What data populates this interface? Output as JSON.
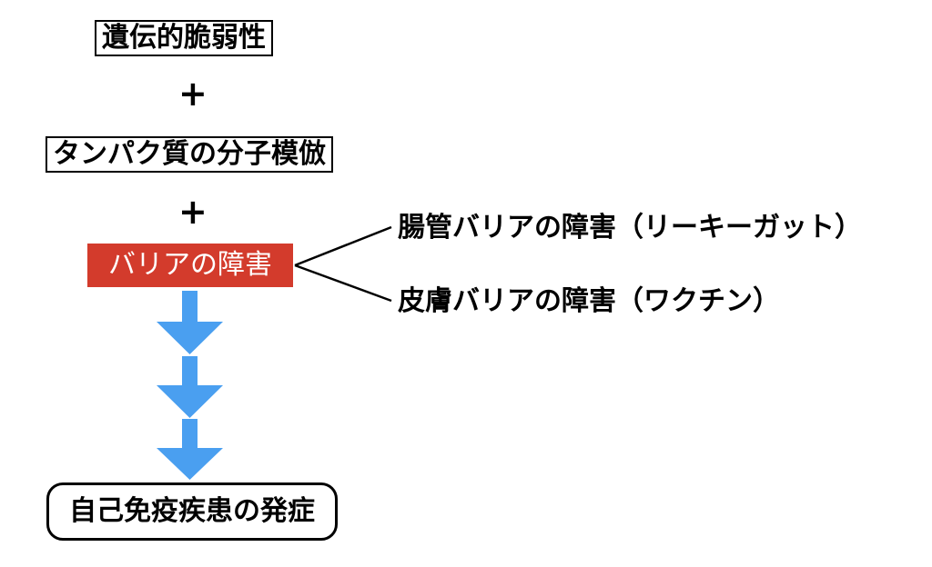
{
  "diagram": {
    "factor_1": "遺伝的脆弱性",
    "plus_1": "+",
    "factor_2": "タンパク質の分子模倣",
    "plus_2": "+",
    "factor_3": "バリアの障害",
    "branches": [
      {
        "label": "腸管バリアの障害（リーキーガット）"
      },
      {
        "label": "皮膚バリアの障害（ワクチン）"
      }
    ],
    "outcome": "自己免疫疾患の発症"
  },
  "colors": {
    "barrier_fill": "#d33b2c",
    "arrow_fill": "#4a9ff0",
    "line": "#000000"
  },
  "icons": [
    "down-arrow-icon"
  ]
}
